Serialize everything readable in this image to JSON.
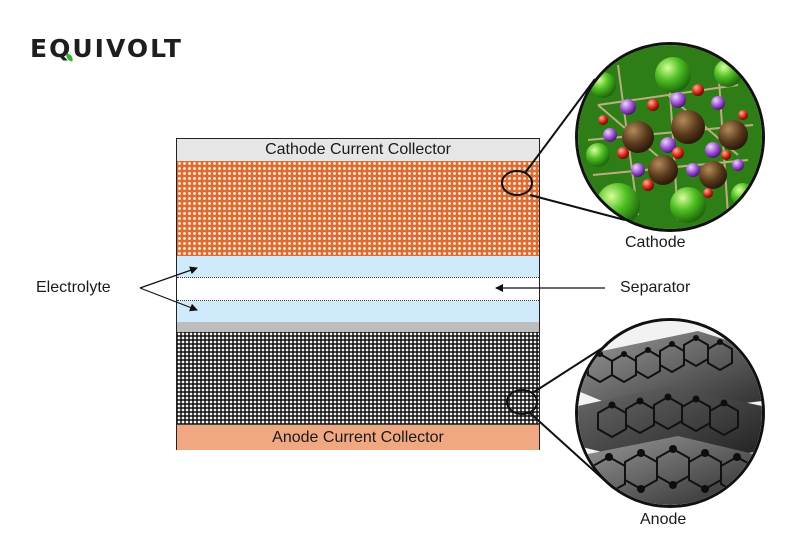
{
  "logo": {
    "prefix": "E",
    "q": "Q",
    "suffix": "UIVOLT"
  },
  "layers": {
    "cathode_collector": "Cathode Current Collector",
    "anode_collector": "Anode Current Collector"
  },
  "labels": {
    "electrolyte": "Electrolyte",
    "separator": "Separator",
    "cathode": "Cathode",
    "anode": "Anode"
  },
  "colors": {
    "cathode_material": "#d96d33",
    "electrolyte": "#cfeafa",
    "anode_collector": "#f0a882",
    "cathode_collector": "#e6e6e6",
    "brand_green": "#34b233"
  }
}
